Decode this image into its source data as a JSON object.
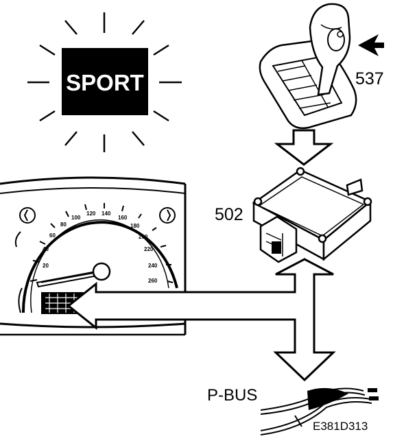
{
  "sport_lamp": {
    "text": "SPORT"
  },
  "callouts": {
    "selector_lever": "537",
    "control_module": "502"
  },
  "bus": {
    "label": "P-BUS"
  },
  "figure_code": "E381D313",
  "speedometer": {
    "tick_labels": [
      "20",
      "40",
      "60",
      "80",
      "100",
      "120",
      "140",
      "160",
      "180",
      "200",
      "220",
      "240",
      "260"
    ]
  },
  "colors": {
    "ink": "#000000",
    "paper": "#ffffff"
  }
}
